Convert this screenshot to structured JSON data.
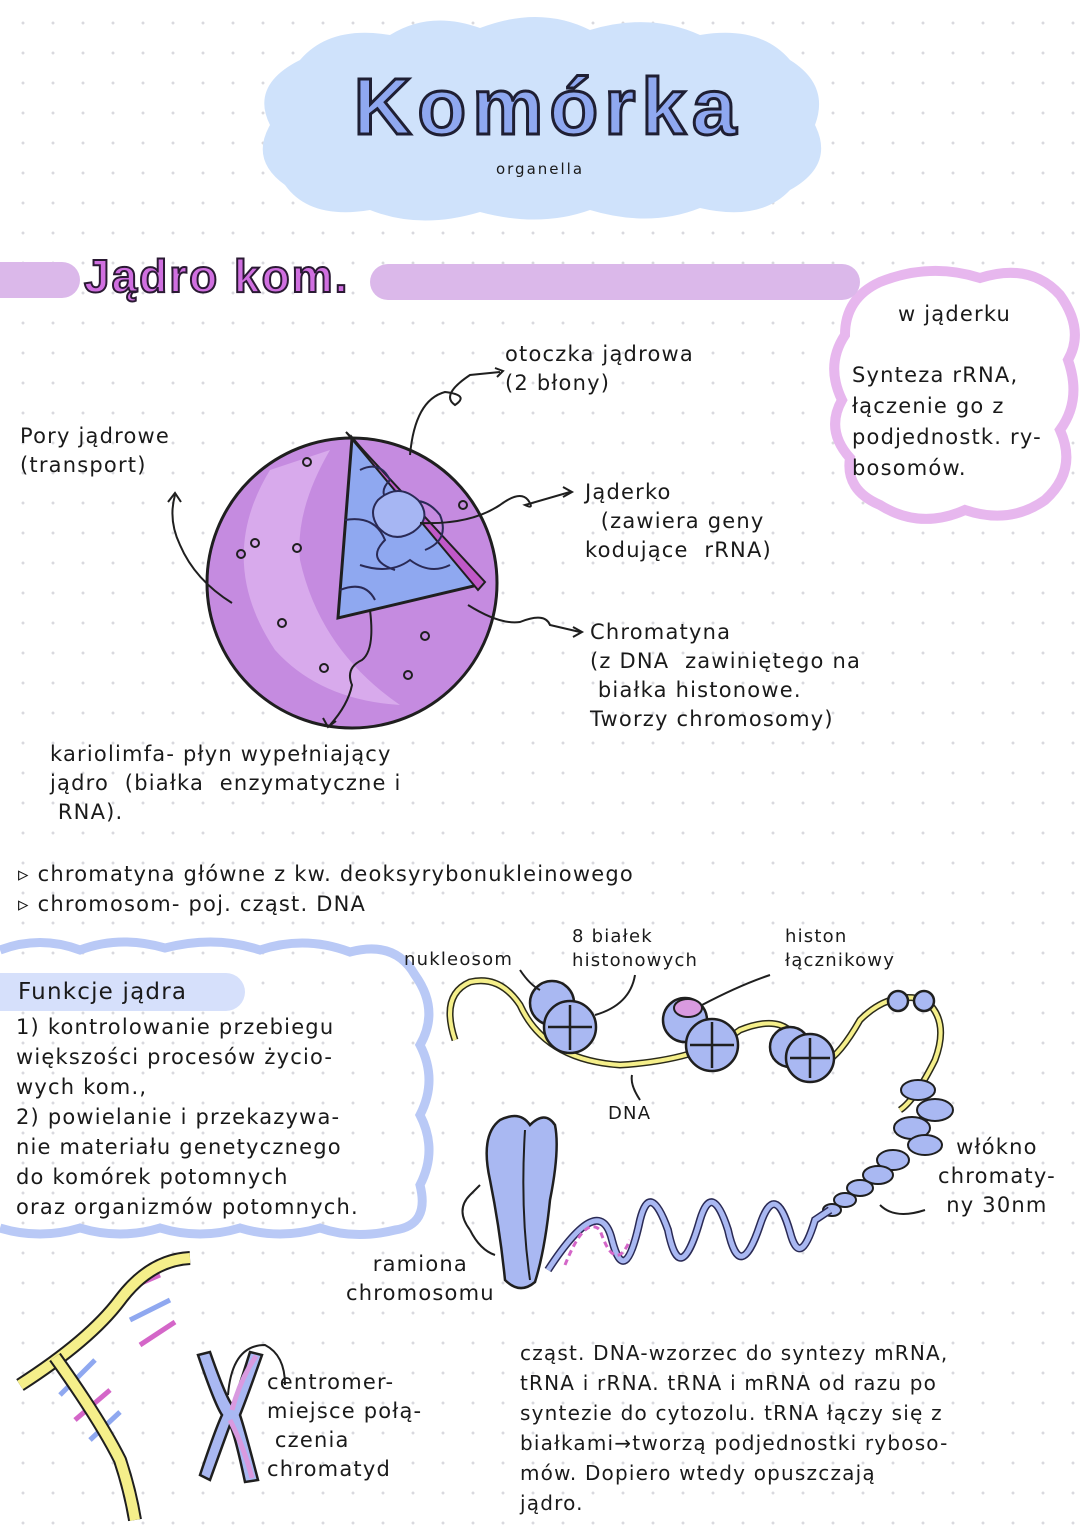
{
  "header": {
    "title": "Komórka",
    "subtitle": "organella"
  },
  "section": {
    "title": "Jądro kom."
  },
  "nucleus_labels": {
    "otoczka": "otoczka jądrowa\n(2 błony)",
    "pory": "Pory jądrowe\n(transport)",
    "jaderko": "Jąderko\n  (zawiera geny\nkodujące  rRNA)",
    "chromatyna": "Chromatyna\n(z DNA  zawiniętego na\n białka histonowe.\nTworzy chromosomy)",
    "kariolimfa": "kariolimfa- płyn wypełniający\njądro  (białka  enzymatyczne i\n RNA)."
  },
  "cloud_note": {
    "title": "w jąderku",
    "body": "Synteza rRNA,\nłączenie go z\npodjednostk. ry-\nbosomów."
  },
  "bullets": [
    "chromatyna główne z kw. deoksyrybonukleinowego",
    "chromosom- poj. cząst. DNA"
  ],
  "functions": {
    "title": "Funkcje jądra",
    "body": "1) kontrolowanie przebiegu\nwiększości procesów życio-\nwych kom.,\n2) powielanie i przekazywa-\nnie materiału genetycznego\ndo komórek potomnych\noraz organizmów potomnych."
  },
  "chromatin_labels": {
    "nukleosom": "nukleosom",
    "bialek": "8 białek\nhistonowych",
    "histon": "histon\nłącznikowy",
    "dna": "DNA",
    "wlokno": "włókno\nchromaty-\nny 30nm",
    "ramiona": "ramiona\nchromosomu"
  },
  "centromer": "centromer-\nmiejsce połą-\n czenia\nchromatyd",
  "dna_note": "cząst. DNA-wzorzec do syntezy mRNA,\ntRNA i rRNA. tRNA i mRNA od razu po\nsyntezie do cytozolu. tRNA łączy się z\nbiałkami→tworzą podjednostki ryboso-\nmów. Dopiero wtedy opuszczają\njądro.",
  "colors": {
    "purple": "#c58be0",
    "blue": "#a9b8f2",
    "yellow": "#f5ef8a",
    "lilac": "#dbb8ea",
    "pink": "#e7a6e0"
  }
}
